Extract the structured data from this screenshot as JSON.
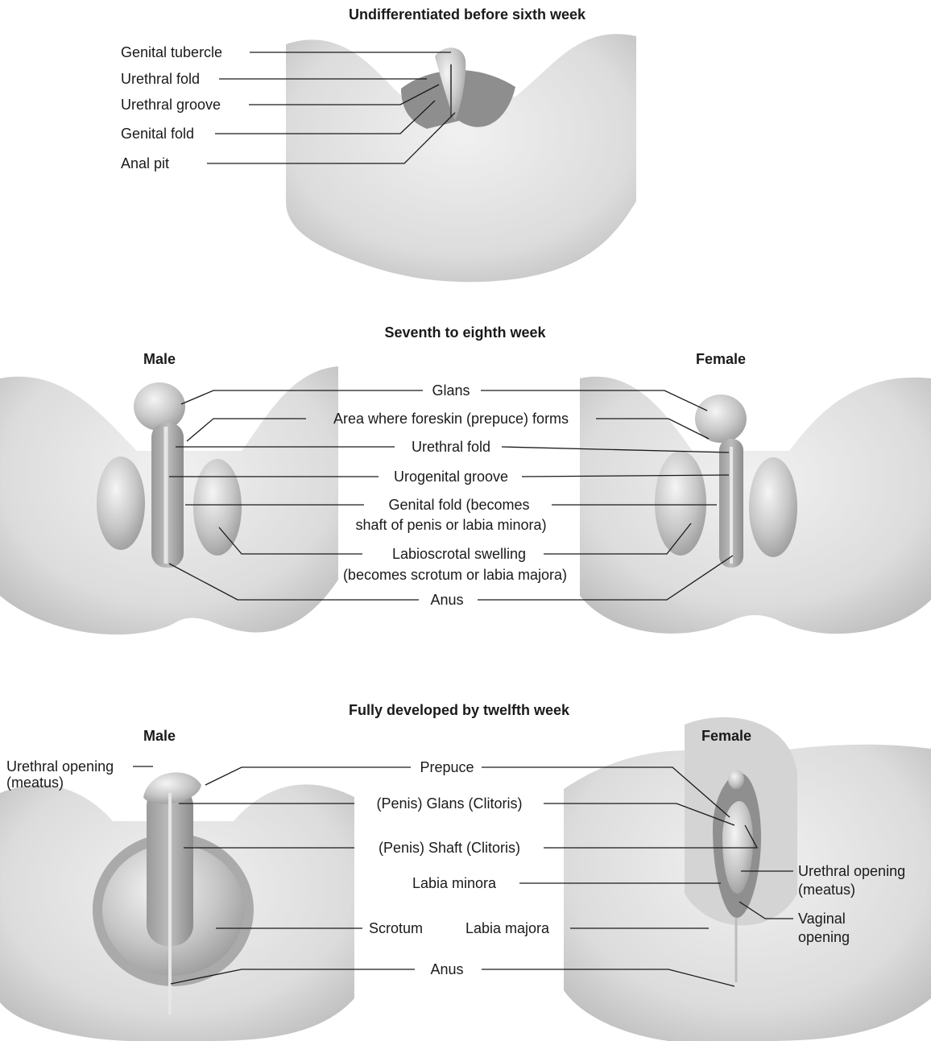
{
  "panels": {
    "p1": {
      "title": "Undifferentiated before sixth week",
      "labels": {
        "genital_tubercle": "Genital tubercle",
        "urethral_fold": "Urethral fold",
        "urethral_groove": "Urethral groove",
        "genital_fold": "Genital fold",
        "anal_pit": "Anal pit"
      }
    },
    "p2": {
      "title": "Seventh to eighth week",
      "male": "Male",
      "female": "Female",
      "labels": {
        "glans": "Glans",
        "foreskin_area": "Area where foreskin (prepuce) forms",
        "urethral_fold": "Urethral fold",
        "urogenital_groove": "Urogenital groove",
        "genital_fold_1": "Genital fold (becomes",
        "genital_fold_2": "shaft of penis or labia minora)",
        "labioscrotal_1": "Labioscrotal swelling",
        "labioscrotal_2": "(becomes scrotum or labia majora)",
        "anus": "Anus"
      }
    },
    "p3": {
      "title": "Fully developed by twelfth week",
      "male": "Male",
      "female": "Female",
      "labels": {
        "urethral_opening_male_1": "Urethral opening",
        "urethral_opening_male_2": "(meatus)",
        "prepuce": "Prepuce",
        "glans": "(Penis) Glans (Clitoris)",
        "shaft": "(Penis) Shaft (Clitoris)",
        "labia_minora": "Labia minora",
        "scrotum": "Scrotum",
        "labia_majora": "Labia majora",
        "anus": "Anus",
        "urethral_opening_female_1": "Urethral opening",
        "urethral_opening_female_2": "(meatus)",
        "vaginal_opening_1": "Vaginal",
        "vaginal_opening_2": "opening"
      }
    }
  },
  "colors": {
    "skin_light": "#ececec",
    "skin_mid": "#d6d6d6",
    "skin_dark": "#b4b4b4",
    "line": "#1a1a1a"
  }
}
